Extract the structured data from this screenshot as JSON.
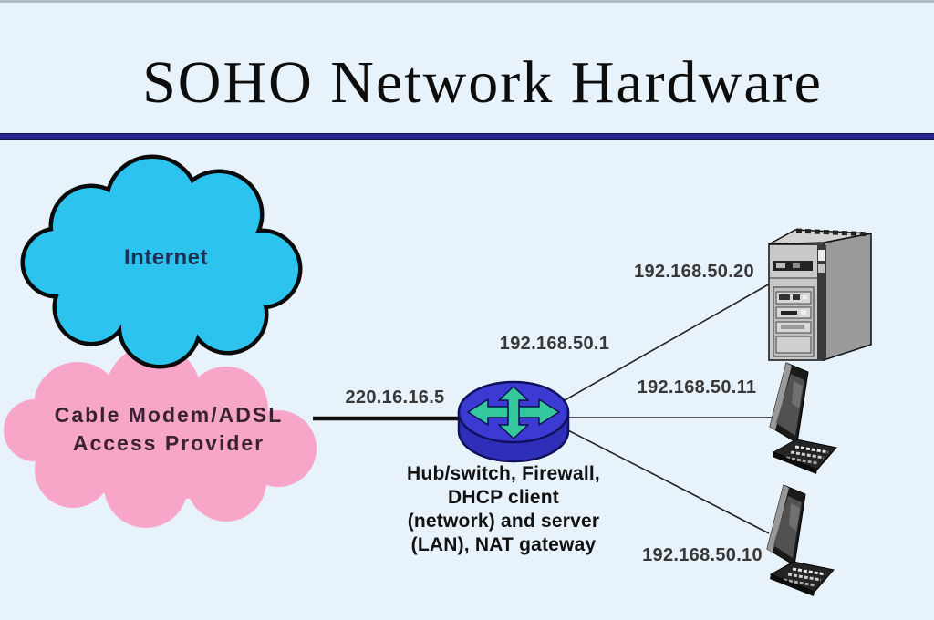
{
  "page": {
    "title": "SOHO Network Hardware"
  },
  "colors": {
    "background": "#E7F2FA",
    "title_rule": "#26268E",
    "internet_cloud": "#2CC3EF",
    "provider_cloud": "#F8A6C8",
    "router_body": "#3B3BD4",
    "router_arrows": "#35C89C"
  },
  "internet_cloud": {
    "label": "Internet"
  },
  "provider_cloud": {
    "line1": "Cable Modem/ADSL",
    "line2": "Access Provider"
  },
  "router": {
    "wan_ip": "220.16.16.5",
    "lan_ip": "192.168.50.1",
    "description": {
      "line1": "Hub/switch, Firewall,",
      "line2": "DHCP client",
      "line3": "(network) and server",
      "line4": "(LAN), NAT gateway"
    }
  },
  "devices": {
    "server": {
      "ip": "192.168.50.20"
    },
    "laptop_top": {
      "ip": "192.168.50.11"
    },
    "laptop_bottom": {
      "ip": "192.168.50.10"
    }
  }
}
